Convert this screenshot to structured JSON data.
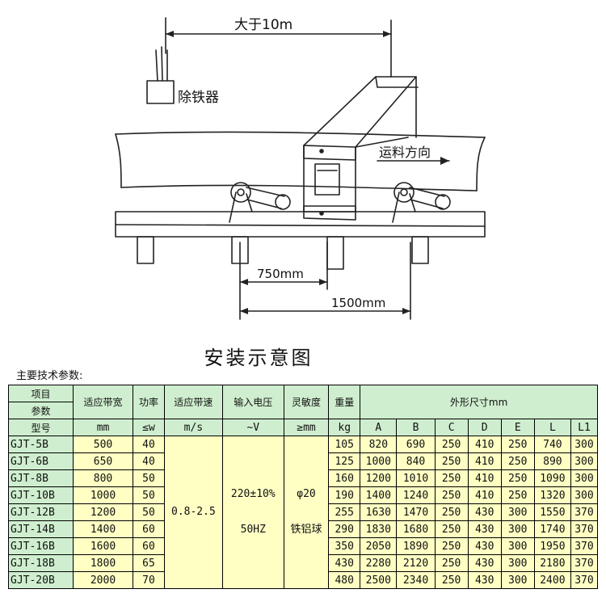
{
  "diagram": {
    "distance_label": "大于10m",
    "magnet_label": "除铁器",
    "direction_label": "运料方向",
    "dim_750": "750mm",
    "dim_1500": "1500mm",
    "caption": "安装示意图"
  },
  "table_title": "主要技术参数:",
  "header": {
    "row1": [
      "项目",
      "适应带宽",
      "功率",
      "适应带速",
      "输入电压",
      "灵敏度",
      "重量",
      "外形尺寸mm"
    ],
    "row2_item": "参数",
    "row3_item": "型号",
    "units": [
      "mm",
      "≤w",
      "m/s",
      "~V",
      "≥mm",
      "kg"
    ],
    "dims": [
      "A",
      "B",
      "C",
      "D",
      "E",
      "L",
      "L1"
    ]
  },
  "shared": {
    "speed": "0.8-2.5",
    "voltage": "220±10%",
    "frequency": "50HZ",
    "sens_size": "φ20",
    "sens_type": "铁铝球"
  },
  "rows": [
    {
      "model": "GJT-5B",
      "width": "500",
      "power": "40",
      "weight": "105",
      "A": "820",
      "B": "690",
      "C": "250",
      "D": "410",
      "E": "250",
      "L": "740",
      "L1": "300"
    },
    {
      "model": "GJT-6B",
      "width": "650",
      "power": "40",
      "weight": "125",
      "A": "1000",
      "B": "840",
      "C": "250",
      "D": "410",
      "E": "250",
      "L": "890",
      "L1": "300"
    },
    {
      "model": "GJT-8B",
      "width": "800",
      "power": "50",
      "weight": "160",
      "A": "1200",
      "B": "1010",
      "C": "250",
      "D": "410",
      "E": "250",
      "L": "1090",
      "L1": "300"
    },
    {
      "model": "GJT-10B",
      "width": "1000",
      "power": "50",
      "weight": "190",
      "A": "1400",
      "B": "1240",
      "C": "250",
      "D": "410",
      "E": "250",
      "L": "1320",
      "L1": "300"
    },
    {
      "model": "GJT-12B",
      "width": "1200",
      "power": "50",
      "weight": "255",
      "A": "1630",
      "B": "1470",
      "C": "250",
      "D": "430",
      "E": "300",
      "L": "1550",
      "L1": "370"
    },
    {
      "model": "GJT-14B",
      "width": "1400",
      "power": "60",
      "weight": "290",
      "A": "1830",
      "B": "1680",
      "C": "250",
      "D": "430",
      "E": "300",
      "L": "1740",
      "L1": "370"
    },
    {
      "model": "GJT-16B",
      "width": "1600",
      "power": "60",
      "weight": "350",
      "A": "2050",
      "B": "1890",
      "C": "250",
      "D": "430",
      "E": "300",
      "L": "1950",
      "L1": "370"
    },
    {
      "model": "GJT-18B",
      "width": "1800",
      "power": "65",
      "weight": "430",
      "A": "2280",
      "B": "2120",
      "C": "250",
      "D": "430",
      "E": "300",
      "L": "2180",
      "L1": "370"
    },
    {
      "model": "GJT-20B",
      "width": "2000",
      "power": "70",
      "weight": "480",
      "A": "2500",
      "B": "2340",
      "C": "250",
      "D": "430",
      "E": "300",
      "L": "2400",
      "L1": "370"
    }
  ]
}
